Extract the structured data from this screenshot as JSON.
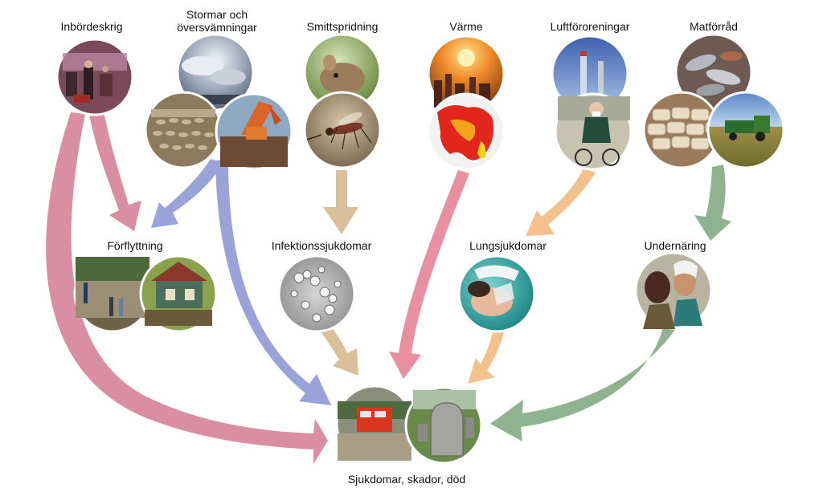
{
  "labels": {
    "civil_war": "Inbördeskrig",
    "storms": "Stormar och\növersvämningar",
    "disease_spread": "Smittspridning",
    "heat": "Värme",
    "air_pollution": "Luftföroreningar",
    "food_supply": "Matförråd",
    "displacement": "Förflyttning",
    "infectious": "Infektionssjukdomar",
    "lung": "Lungsjukdomar",
    "malnutrition": "Undernäring",
    "outcome": "Sjukdomar, skador, död"
  },
  "colors": {
    "pink": "#d98ea3",
    "blue": "#9aa3d8",
    "tan": "#d9c09a",
    "peach": "#f4c08c",
    "green": "#8fb38e"
  }
}
